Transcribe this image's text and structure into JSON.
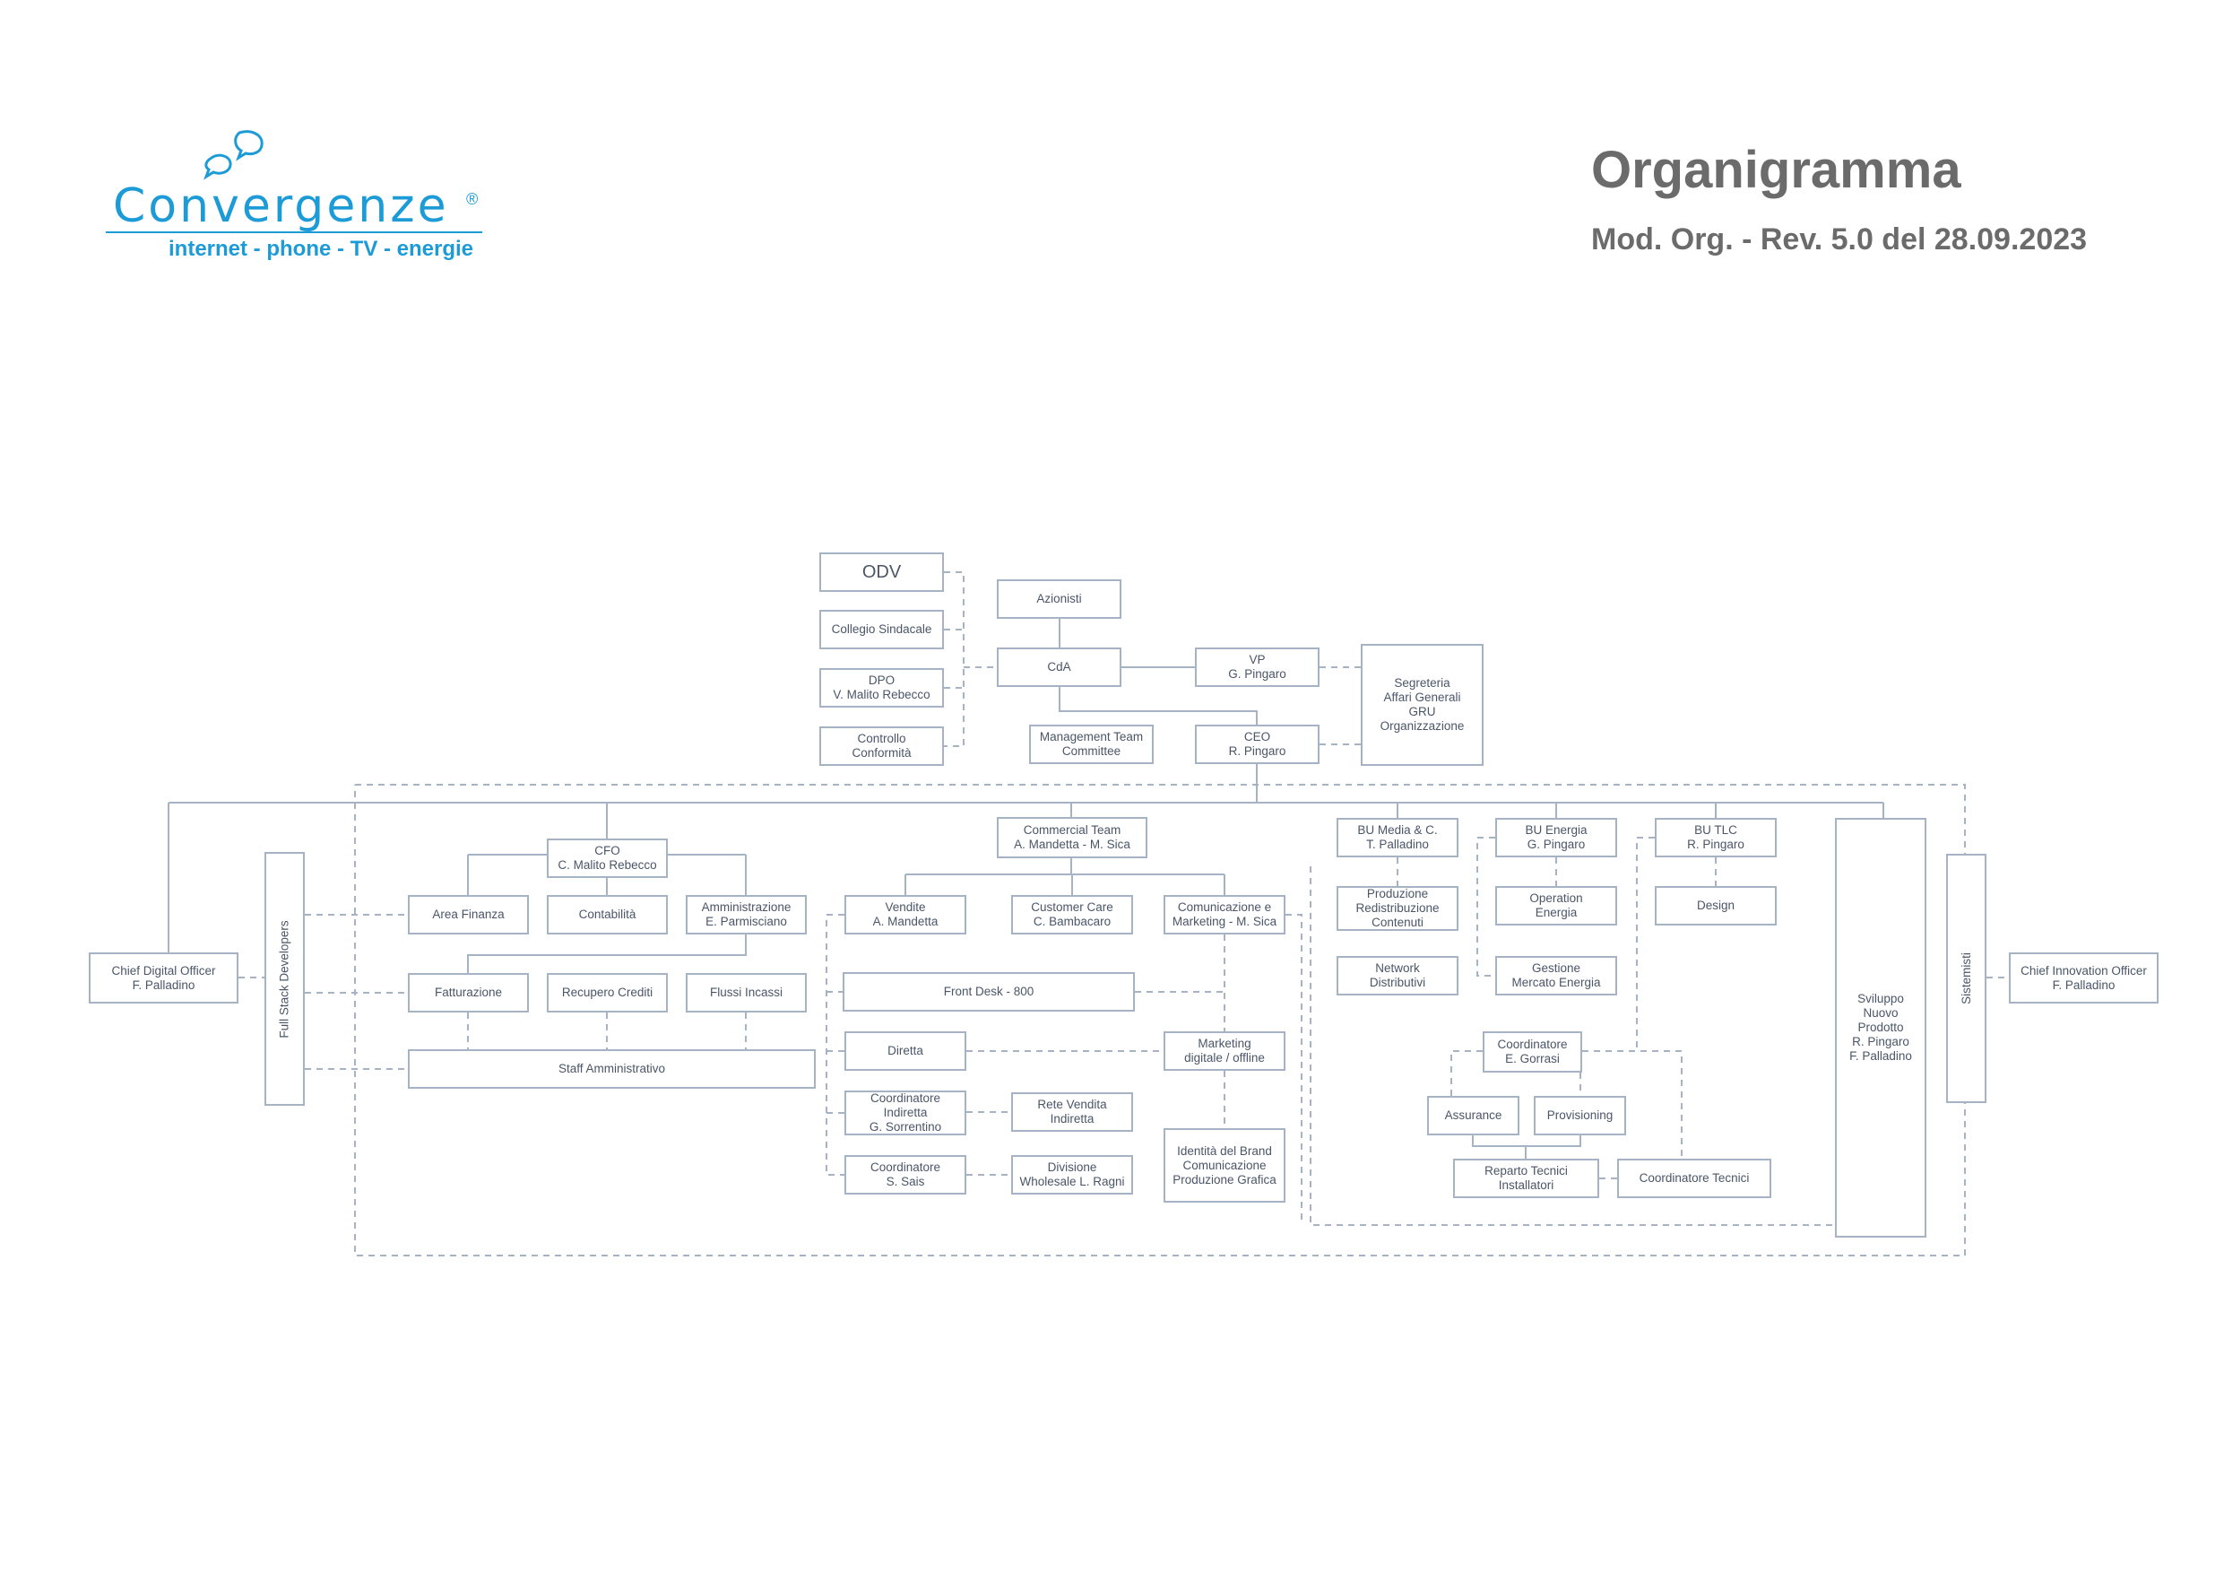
{
  "logo": {
    "brand": "Convergenze",
    "registered": "®",
    "tagline": "internet - phone - TV - energie",
    "brand_color": "#1c9bd7"
  },
  "header": {
    "title": "Organigramma",
    "subtitle": "Mod. Org. - Rev. 5.0 del 28.09.2023"
  },
  "colors": {
    "border": "#a6b3c4",
    "text": "#4a5668",
    "title": "#6b6b6b"
  },
  "nodes": {
    "odv": "ODV",
    "collegio": "Collegio Sindacale",
    "dpo": "DPO\nV. Malito Rebecco",
    "controllo": "Controllo\nConformità",
    "azionisti": "Azionisti",
    "cda": "CdA",
    "vp": "VP\nG. Pingaro",
    "segreteria": "Segreteria\nAffari Generali\nGRU\nOrganizzazione",
    "mgmt": "Management Team\nCommittee",
    "ceo": "CEO\nR. Pingaro",
    "cdo": "Chief Digital Officer\nF. Palladino",
    "fullstack": "Full Stack Developers",
    "cfo": "CFO\nC. Malito Rebecco",
    "area_finanza": "Area Finanza",
    "contabilita": "Contabilità",
    "amministrazione": "Amministrazione\nE. Parmisciano",
    "fatturazione": "Fatturazione",
    "recupero": "Recupero Crediti",
    "flussi": "Flussi Incassi",
    "staff": "Staff Amministrativo",
    "commercial": "Commercial Team\nA. Mandetta - M. Sica",
    "vendite": "Vendite\nA. Mandetta",
    "customer": "Customer Care\nC. Bambacaro",
    "comunicazione": "Comunicazione e\nMarketing - M. Sica",
    "frontdesk": "Front Desk - 800",
    "diretta": "Diretta",
    "marketing": "Marketing\ndigitale / offline",
    "coord_indiretta": "Coordinatore\nIndiretta\nG. Sorrentino",
    "rete": "Rete Vendita\nIndiretta",
    "identita": "Identità del Brand\nComunicazione\nProduzione Grafica",
    "coord_sais": "Coordinatore\nS. Sais",
    "divisione": "Divisione\nWholesale L. Ragni",
    "bu_media": "BU Media & C.\nT. Palladino",
    "produzione": "Produzione\nRedistribuzione\nContenuti",
    "network": "Network\nDistributivi",
    "bu_energia": "BU Energia\nG. Pingaro",
    "operation": "Operation\nEnergia",
    "gestione": "Gestione\nMercato Energia",
    "bu_tlc": "BU TLC\nR. Pingaro",
    "design": "Design",
    "coord_gorrasi": "Coordinatore\nE. Gorrasi",
    "assurance": "Assurance",
    "provisioning": "Provisioning",
    "reparto": "Reparto Tecnici\nInstallatori",
    "coord_tecnici": "Coordinatore Tecnici",
    "sviluppo": "Sviluppo\nNuovo\nProdotto\nR. Pingaro\nF. Palladino",
    "sistemisti": "Sistemisti",
    "cio": "Chief Innovation Officer\nF. Palladino"
  }
}
